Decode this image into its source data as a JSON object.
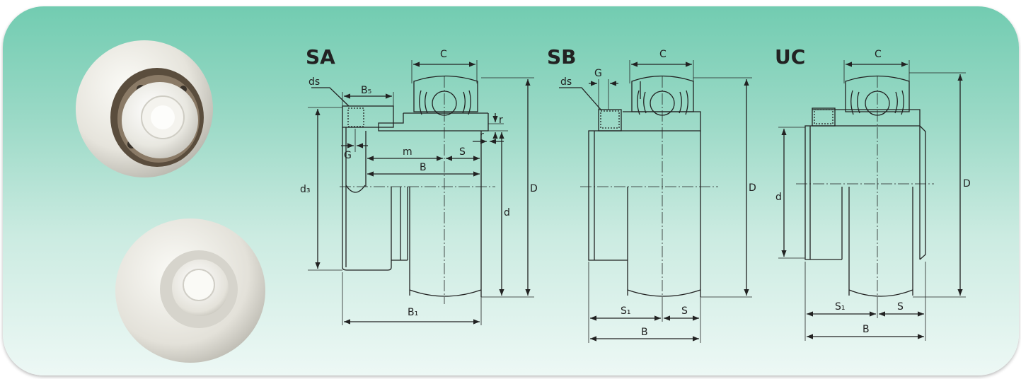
{
  "colors": {
    "panel_top": "#72ccb1",
    "panel_bottom": "#edf8f5",
    "line": "#222222"
  },
  "sa": {
    "title": "SA",
    "C": "C",
    "ds": "ds",
    "B5": "B₅",
    "G": "G",
    "r_top": "r",
    "r_mid": "r",
    "m": "m",
    "S": "S",
    "B": "B",
    "d3": "d₃",
    "d": "d",
    "D": "D",
    "B1": "B₁"
  },
  "sb": {
    "title": "SB",
    "C": "C",
    "G": "G",
    "ds": "ds",
    "D": "D",
    "S1": "S₁",
    "S": "S",
    "B": "B"
  },
  "uc": {
    "title": "UC",
    "C": "C",
    "d": "d",
    "D": "D",
    "S1": "S₁",
    "S": "S",
    "B": "B"
  }
}
